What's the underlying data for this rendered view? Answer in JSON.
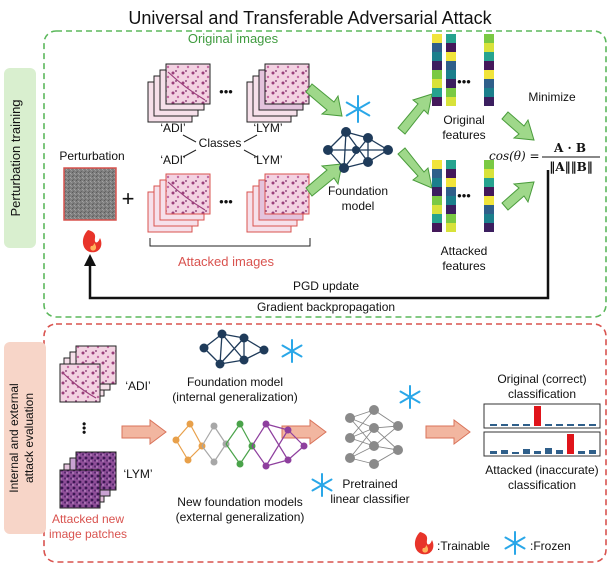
{
  "title": "Universal and Transferable Adversarial Attack",
  "colors": {
    "green": "#5cb85c",
    "green_fill": "#d9efcf",
    "red": "#d9534f",
    "red_fill": "#f7d5c8",
    "navy": "#1f3b5a",
    "ice": "#2aa7e8",
    "arrow_green": "#9fd88a",
    "arrow_salmon": "#f2b6a0"
  },
  "top": {
    "section_label": "Perturbation training",
    "original_images": "Original images",
    "class_adi": "‘ADI’",
    "class_lym": "‘LYM’",
    "classes": "Classes",
    "class_adi_2": "‘ADI’",
    "class_lym_2": "‘LYM’",
    "perturbation": "Perturbation",
    "plus": "+",
    "ellipsis": "•••",
    "attacked_images": "Attacked images",
    "foundation_model_1": "Foundation",
    "foundation_model_2": "model",
    "original_features_1": "Original",
    "original_features_2": "features",
    "attacked_features_1": "Attacked",
    "attacked_features_2": "features",
    "minimize": "Minimize",
    "cos_lhs": "cos(θ) =",
    "cos_num": "A · B",
    "cos_den": "‖A‖‖B‖",
    "pgd_update": "PGD update",
    "gradient": "Gradient backpropagation"
  },
  "bottom": {
    "section_label_1": "Internal and external",
    "section_label_2": "attack evaluation",
    "class_adi": "‘ADI’",
    "class_lym": "‘LYM’",
    "attacked_patches_1": "Attacked new",
    "attacked_patches_2": "image patches",
    "fm_internal_1": "Foundation model",
    "fm_internal_2": "(internal generalization)",
    "fm_external_1": "New foundation models",
    "fm_external_2": "(external generalization)",
    "classifier_1": "Pretrained",
    "classifier_2": "linear classifier",
    "orig_class_1": "Original (correct)",
    "orig_class_2": "classification",
    "att_class_1": "Attacked (inaccurate)",
    "att_class_2": "classification",
    "trainable": ":Trainable",
    "frozen": ":Frozen"
  }
}
